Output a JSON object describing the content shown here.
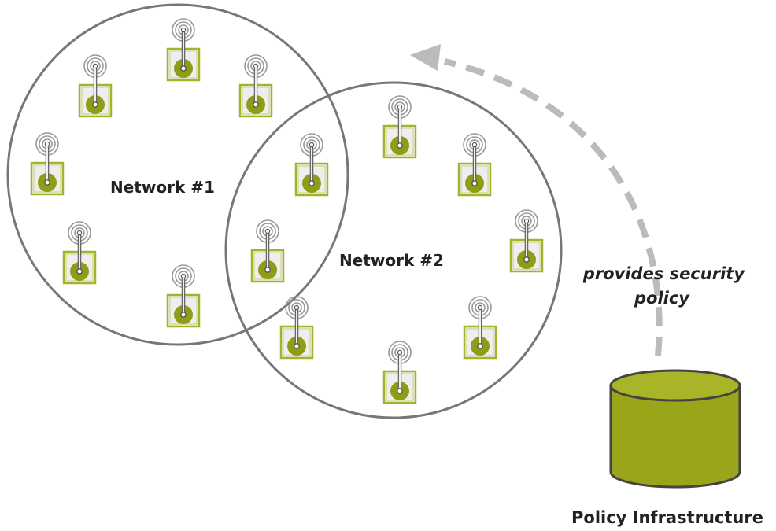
{
  "networks": [
    {
      "label": "Network #1"
    },
    {
      "label": "Network #2"
    }
  ],
  "arrow_label_line1": "provides security",
  "arrow_label_line2": "policy",
  "infrastructure_label": "Policy Infrastructure",
  "colors": {
    "circle_stroke": "#777777",
    "node_fill": "#eeeeee",
    "node_border": "#a4b32a",
    "node_dot": "#8f9c16",
    "antenna": "#888888",
    "cylinder_fill": "#9aa51a",
    "cylinder_stroke": "#444444",
    "arrow": "#bbbbbb",
    "text": "#222222"
  },
  "icons": {
    "sensor_node": "sensor-node-icon",
    "database": "database-cylinder-icon",
    "arrow": "dashed-curved-arrow-icon"
  }
}
